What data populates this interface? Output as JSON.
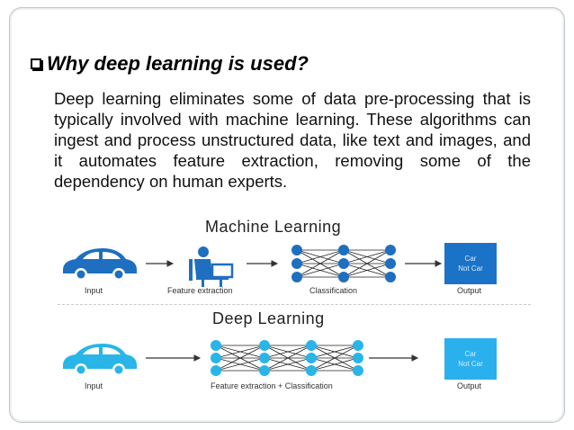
{
  "slide": {
    "title": "Why deep learning  is used?",
    "body": "Deep learning eliminates some of data pre-processing that is typically involved with machine learning. These algorithms can ingest and process unstructured data, like text and images, and it automates feature extraction, removing some of the dependency on human experts."
  },
  "diagram": {
    "ml": {
      "title": "Machine Learning",
      "input_label": "Input",
      "feature_label": "Feature extraction",
      "classification_label": "Classification",
      "output_label": "Output",
      "output_lines": [
        "Car",
        "Not Car"
      ]
    },
    "dl": {
      "title": "Deep Learning",
      "input_label": "Input",
      "feature_label": "Feature extraction + Classification",
      "output_label": "Output",
      "output_lines": [
        "Car",
        "Not Car"
      ]
    }
  },
  "colors": {
    "ml_blue": "#1f6fc0",
    "dl_cyan": "#29b5e8",
    "output_dark": "#1b73c7",
    "output_light": "#2bb0ee",
    "arrow": "#333333"
  },
  "icons": {
    "car": "car-icon",
    "person_computer": "person-at-computer-icon",
    "network": "neural-network-icon"
  }
}
